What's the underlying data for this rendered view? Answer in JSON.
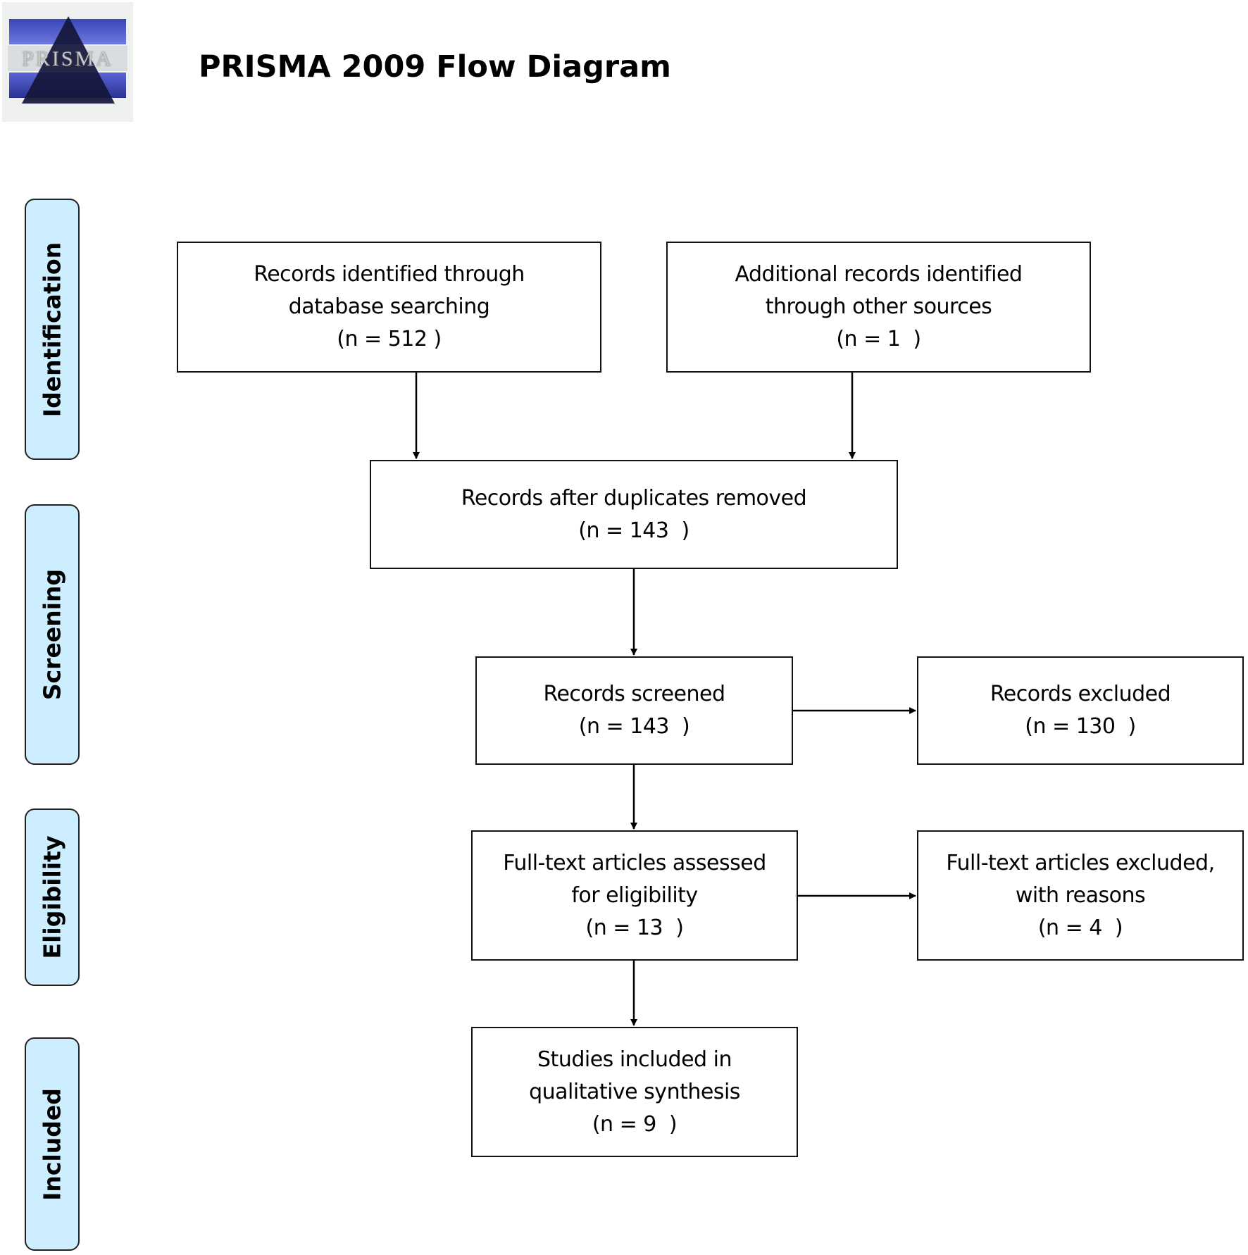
{
  "header": {
    "logo_text": "PRISMA",
    "title": "PRISMA 2009 Flow Diagram"
  },
  "stages": [
    {
      "id": "identification",
      "label": "Identification"
    },
    {
      "id": "screening",
      "label": "Screening"
    },
    {
      "id": "eligibility",
      "label": "Eligibility"
    },
    {
      "id": "included",
      "label": "Included"
    }
  ],
  "boxes": {
    "database_search": {
      "lines": [
        "Records identified through",
        "database searching"
      ],
      "count": "(n = 512 )",
      "n": 512
    },
    "other_sources": {
      "lines": [
        "Additional records identified",
        "through other sources"
      ],
      "count": "(n = 1  )",
      "n": 1
    },
    "after_duplicates": {
      "lines": [
        "Records after duplicates removed"
      ],
      "count": "(n = 143  )",
      "n": 143
    },
    "screened": {
      "lines": [
        "Records screened"
      ],
      "count": "(n = 143  )",
      "n": 143
    },
    "excluded": {
      "lines": [
        "Records excluded"
      ],
      "count": "(n = 130  )",
      "n": 130
    },
    "fulltext_assessed": {
      "lines": [
        "Full-text articles assessed",
        "for eligibility"
      ],
      "count": "(n = 13  )",
      "n": 13
    },
    "fulltext_excluded": {
      "lines": [
        "Full-text articles excluded,",
        "with reasons"
      ],
      "count": "(n = 4  )",
      "n": 4
    },
    "included_qualitative": {
      "lines": [
        "Studies included in",
        "qualitative synthesis"
      ],
      "count": "(n = 9  )",
      "n": 9
    }
  },
  "colors": {
    "stage_fill": "#cdeefe",
    "border": "#111111"
  }
}
